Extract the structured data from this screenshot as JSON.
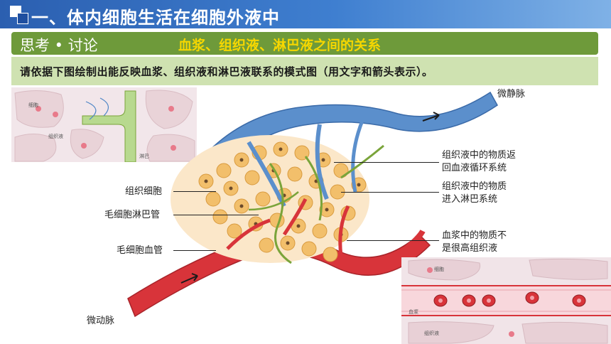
{
  "header": {
    "title": "一、体内细胞生活在细胞外液中"
  },
  "topic": {
    "left": "思考 • 讨论",
    "right": "血浆、组织液、淋巴液之间的关系"
  },
  "question": {
    "text": "请依据下图绘制出能反映血浆、组织液和淋巴液联系的模式图（用文字和箭头表示）。"
  },
  "diagram": {
    "labels": {
      "venule": "微静脉",
      "arteriole": "微动脉",
      "tissue_cell": "组织细胞",
      "lymph_capillary": "毛细胞淋巴管",
      "blood_capillary": "毛细胞血管",
      "return_blood_1": "组织液中的物质返",
      "return_blood_2": "回血液循环系统",
      "enter_lymph_1": "组织液中的物质",
      "enter_lymph_2": "进入淋巴系统",
      "plasma_1": "血浆中的物质不",
      "plasma_2": "是很高组织液"
    }
  },
  "panel_top_left": {
    "labels": [
      "细胞",
      "组织液",
      "淋巴"
    ]
  },
  "panel_bottom_right": {
    "labels": [
      "细胞",
      "血浆",
      "组织液"
    ]
  },
  "colors": {
    "header": "#2b5fb0",
    "topic_bar": "#6e9a3a",
    "topic_highlight": "#f6d700",
    "question_bar": "#cfe2b1",
    "vein": "#4f86c6",
    "artery": "#d8343a",
    "lymph": "#7aa43a",
    "cell": "#f2bf6b"
  }
}
